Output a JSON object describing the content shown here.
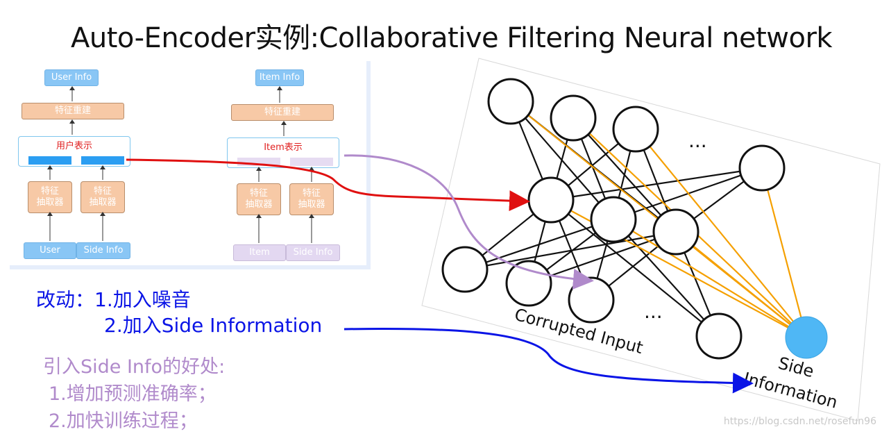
{
  "title": "Auto-Encoder实例:Collaborative Filtering Neural network",
  "left_model": {
    "top": "User Info",
    "recon": "特征重建",
    "repr": "用户表示",
    "extractor1": "特征\n抽取器",
    "extractor2": "特征\n抽取器",
    "input1": "User",
    "input2": "Side Info"
  },
  "right_model": {
    "top": "Item Info",
    "recon": "特征重建",
    "repr": "Item表示",
    "extractor1": "特征\n抽取器",
    "extractor2": "特征\n抽取器",
    "input1": "Item",
    "input2": "Side Info"
  },
  "changes": {
    "line1": "改动：1.加入噪音",
    "line2": "2.加入Side Information"
  },
  "benefits": {
    "heading": "引入Side Info的好处:",
    "item1": "1.增加预测准确率；",
    "item2": "2.加快训练过程；"
  },
  "network": {
    "corrupted_label": "Corrupted Input",
    "side_label_1": "Side",
    "side_label_2": "Information",
    "ellipsis_top": "...",
    "ellipsis_bottom": "..."
  },
  "colors": {
    "red_arrow": "#e01010",
    "purple_arrow": "#b08acb",
    "blue_arrow": "#0a14e6",
    "orange_edges": "#f5a000",
    "side_node": "#4fb7f5"
  },
  "watermark": "https://blog.csdn.net/rosefun96"
}
